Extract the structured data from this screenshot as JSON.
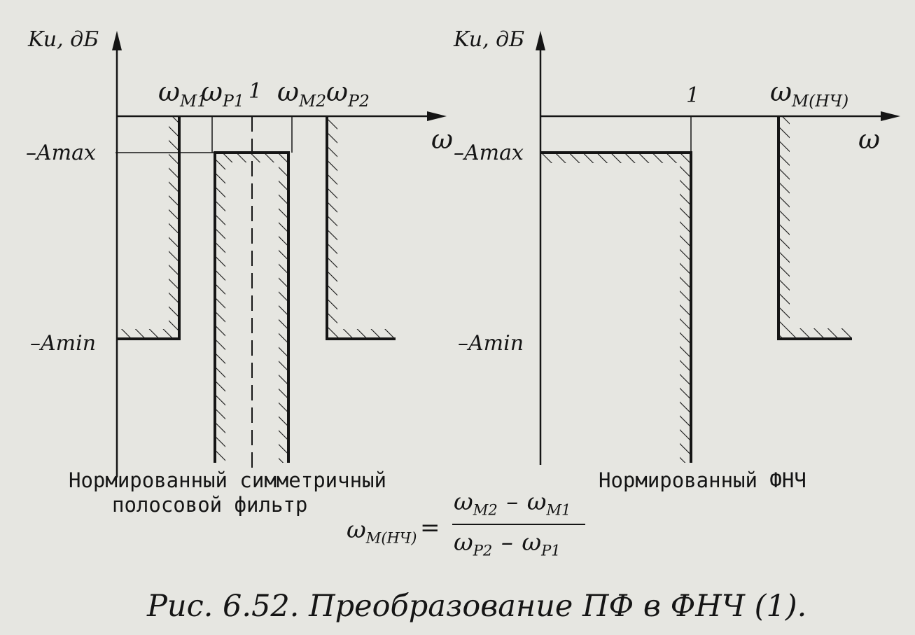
{
  "left_plot": {
    "y_axis_label": "Ku, дБ",
    "x_axis_label": "ω",
    "amax_label": "–Amax",
    "amin_label": "–Amin",
    "center_label": "1",
    "freq_labels": [
      {
        "sym": "ω",
        "sub": "M1"
      },
      {
        "sym": "ω",
        "sub": "P1"
      },
      {
        "sym": "ω",
        "sub": "M2"
      },
      {
        "sym": "ω",
        "sub": "P2"
      }
    ],
    "caption_line1": "Нормированный симметричный",
    "caption_line2": "полосовой фильтр"
  },
  "right_plot": {
    "y_axis_label": "Ku, дБ",
    "x_axis_label": "ω",
    "amax_label": "–Amax",
    "amin_label": "–Amin",
    "one_label": "1",
    "freq_label": {
      "sym": "ω",
      "sub": "M(НЧ)"
    },
    "caption": "Нормированный ФНЧ"
  },
  "formula": {
    "lhs_sym": "ω",
    "lhs_sub": "M(НЧ)",
    "equals": "=",
    "num_a_sym": "ω",
    "num_a_sub": "M2",
    "num_minus": "–",
    "num_b_sym": "ω",
    "num_b_sub": "M1",
    "den_a_sym": "ω",
    "den_a_sub": "P2",
    "den_minus": "–",
    "den_b_sym": "ω",
    "den_b_sub": "P1"
  },
  "figure_caption": "Рис. 6.52. Преобразование ПФ в ФНЧ (1)."
}
